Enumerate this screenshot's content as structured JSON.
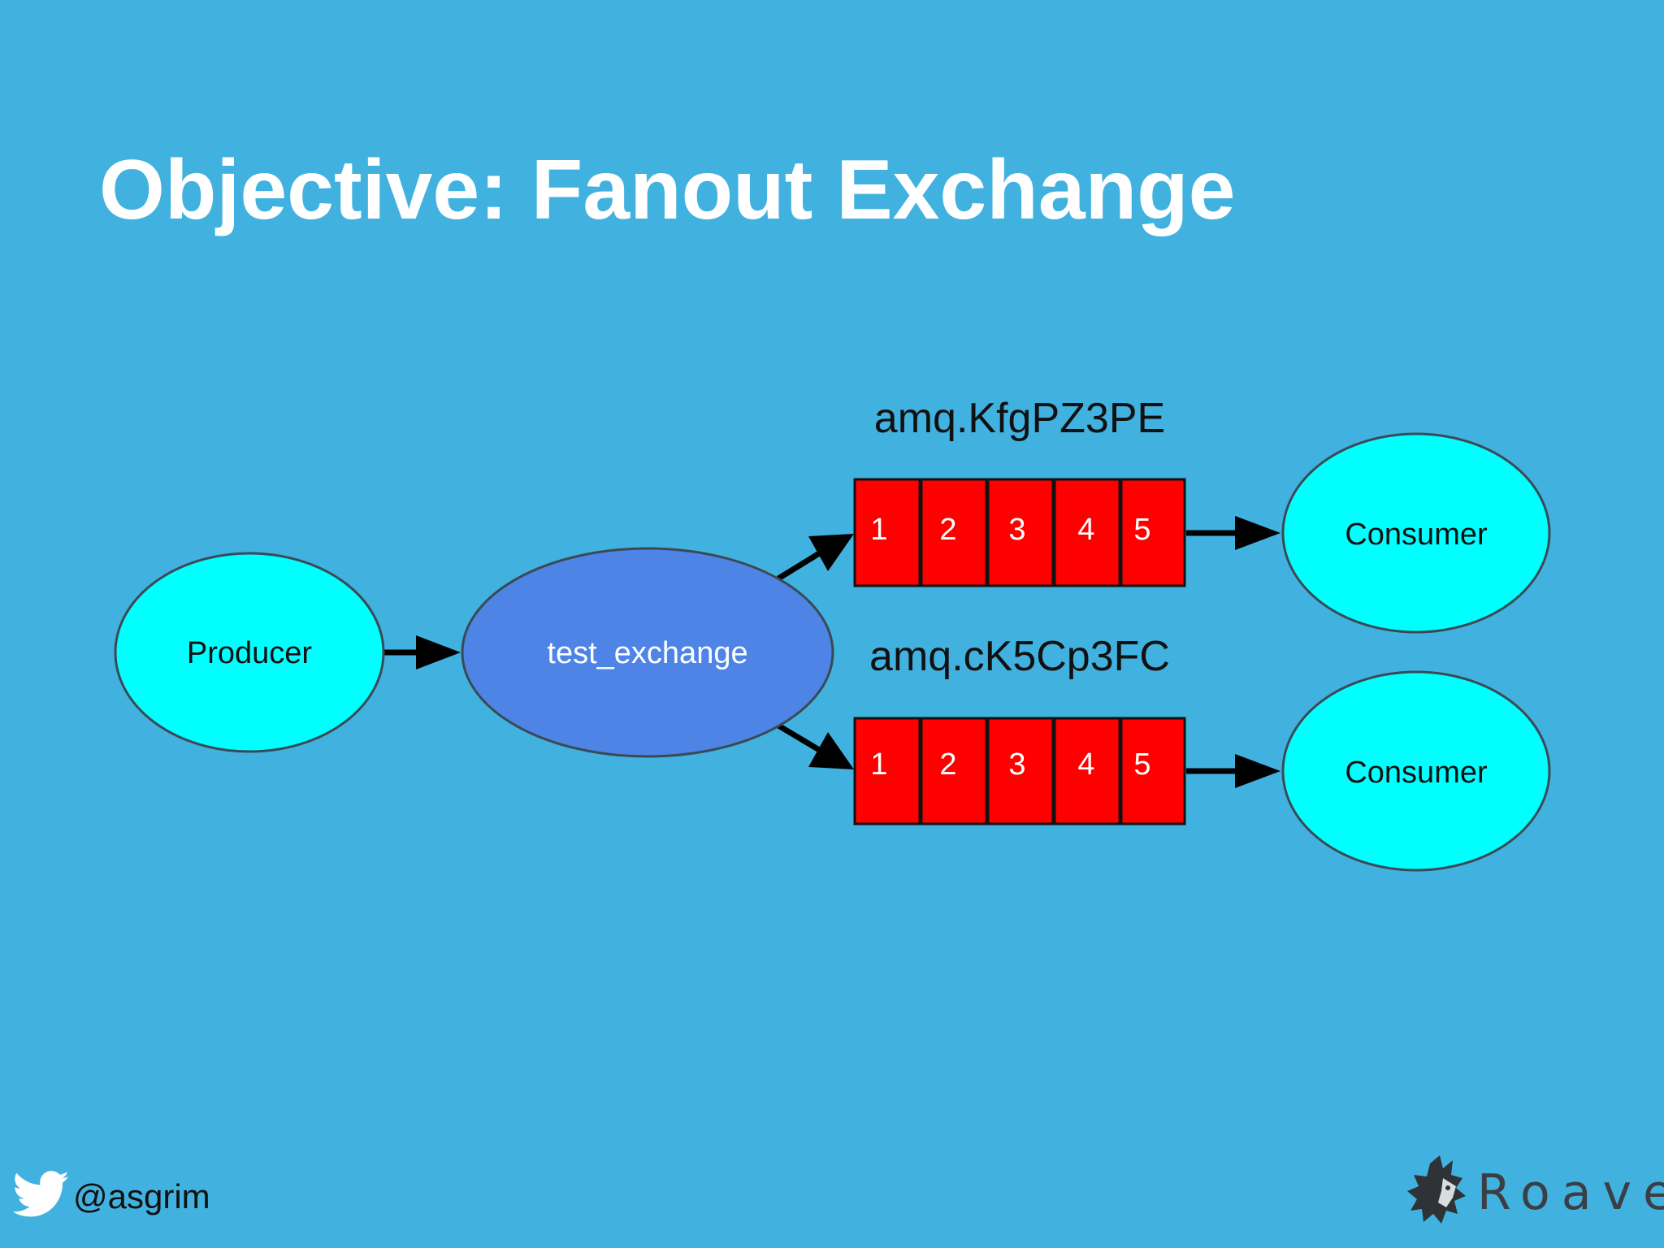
{
  "slide": {
    "title": "Objective: Fanout Exchange",
    "background_color": "#41b2df"
  },
  "diagram": {
    "producer": {
      "label": "Producer",
      "color": "#00ffff"
    },
    "exchange": {
      "label": "test_exchange",
      "color": "#4d84e6"
    },
    "queues": [
      {
        "name": "amq.KfgPZ3PE",
        "slots": [
          "1",
          "2",
          "3",
          "4",
          "5"
        ],
        "color": "#ff0000"
      },
      {
        "name": "amq.cK5Cp3FC",
        "slots": [
          "1",
          "2",
          "3",
          "4",
          "5"
        ],
        "color": "#ff0000"
      }
    ],
    "consumers": [
      {
        "label": "Consumer",
        "color": "#00ffff"
      },
      {
        "label": "Consumer",
        "color": "#00ffff"
      }
    ]
  },
  "footer": {
    "twitter_icon": "twitter-bird-icon",
    "handle": "@asgrim",
    "brand_logo": "roave-dog-logo",
    "brand_name": "Roave"
  }
}
